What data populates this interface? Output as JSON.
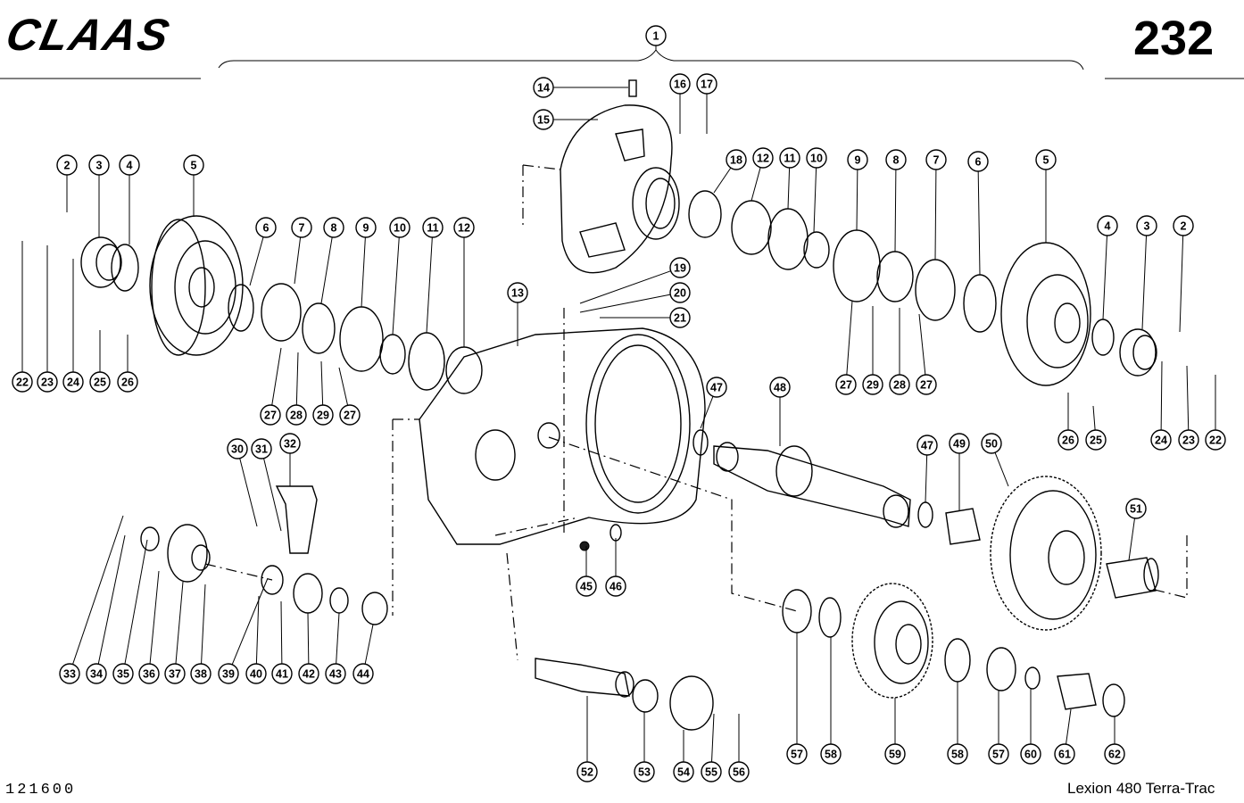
{
  "header": {
    "brand": "CLAAS",
    "page_number": "232"
  },
  "footer": {
    "drawing_number": "121600",
    "model": "Lexion 480 Terra-Trac"
  },
  "callouts": [
    "1",
    "14",
    "15",
    "16",
    "17",
    "18",
    "12",
    "11",
    "10",
    "9",
    "8",
    "7",
    "6",
    "5",
    "4",
    "3",
    "2",
    "5",
    "6",
    "7",
    "8",
    "9",
    "10",
    "11",
    "12",
    "4",
    "3",
    "2",
    "22",
    "23",
    "24",
    "25",
    "26",
    "27",
    "28",
    "29",
    "27",
    "27",
    "29",
    "28",
    "27",
    "13",
    "19",
    "20",
    "21",
    "47",
    "48",
    "22",
    "23",
    "24",
    "25",
    "26",
    "30",
    "31",
    "32",
    "47",
    "49",
    "50",
    "51",
    "33",
    "34",
    "35",
    "36",
    "37",
    "38",
    "39",
    "40",
    "41",
    "42",
    "43",
    "44",
    "45",
    "46",
    "52",
    "53",
    "54",
    "55",
    "56",
    "57",
    "58",
    "59",
    "58",
    "57",
    "60",
    "61",
    "62"
  ]
}
